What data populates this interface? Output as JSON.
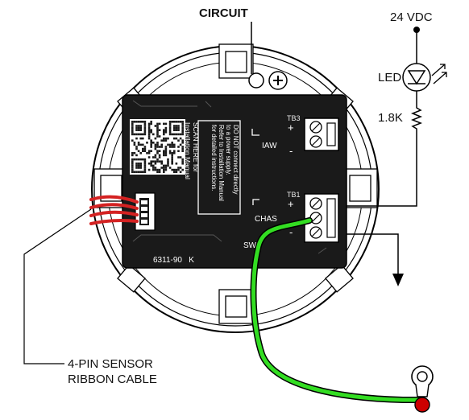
{
  "labels": {
    "circuit": "CIRCUIT",
    "supply": "24 VDC",
    "led": "LED",
    "resistor": "1.8K",
    "cable_line1": "4-PIN SENSOR",
    "cable_line2": "RIBBON CABLE",
    "model": "6311-90   K",
    "tb3": "TB3",
    "tb1": "TB1",
    "iaw": "IAW",
    "chas": "CHAS",
    "sw": "SW",
    "plus": "+",
    "minus": "-",
    "scan_line1": "SCAN HERE for",
    "scan_line2": "Installation Manual",
    "warn_line1": "DO NOT connect directly",
    "warn_line2": "to a power supply.",
    "warn_line3": "Refer to Installation Manual",
    "warn_line4": "for detailed instructions."
  },
  "colors": {
    "board": "#1a1a1a",
    "ground_wire": "#33dd22",
    "ribbon": "#d42222",
    "lug_dot": "#cc0000"
  }
}
